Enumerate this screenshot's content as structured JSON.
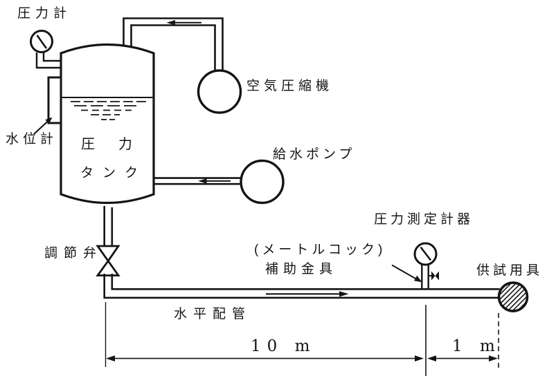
{
  "diagram": {
    "labels": {
      "pressure_gauge": "圧力計",
      "water_level_gauge": "水位計",
      "pressure_tank_line1": "圧力",
      "pressure_tank_line2": "タンク",
      "air_compressor": "空気圧縮機",
      "feed_water_pump": "給水ポンプ",
      "control_valve": "調節弁",
      "pressure_measuring_instrument": "圧力測定計器",
      "meter_cock": "(メートルコック)",
      "auxiliary_fitting": "補助金具",
      "test_specimen": "供試用具",
      "horizontal_piping": "水平配管"
    },
    "dimensions": {
      "main_run": "10 m",
      "end_run": "1 m"
    },
    "colors": {
      "ink": "#141414",
      "background": "#ffffff"
    }
  }
}
